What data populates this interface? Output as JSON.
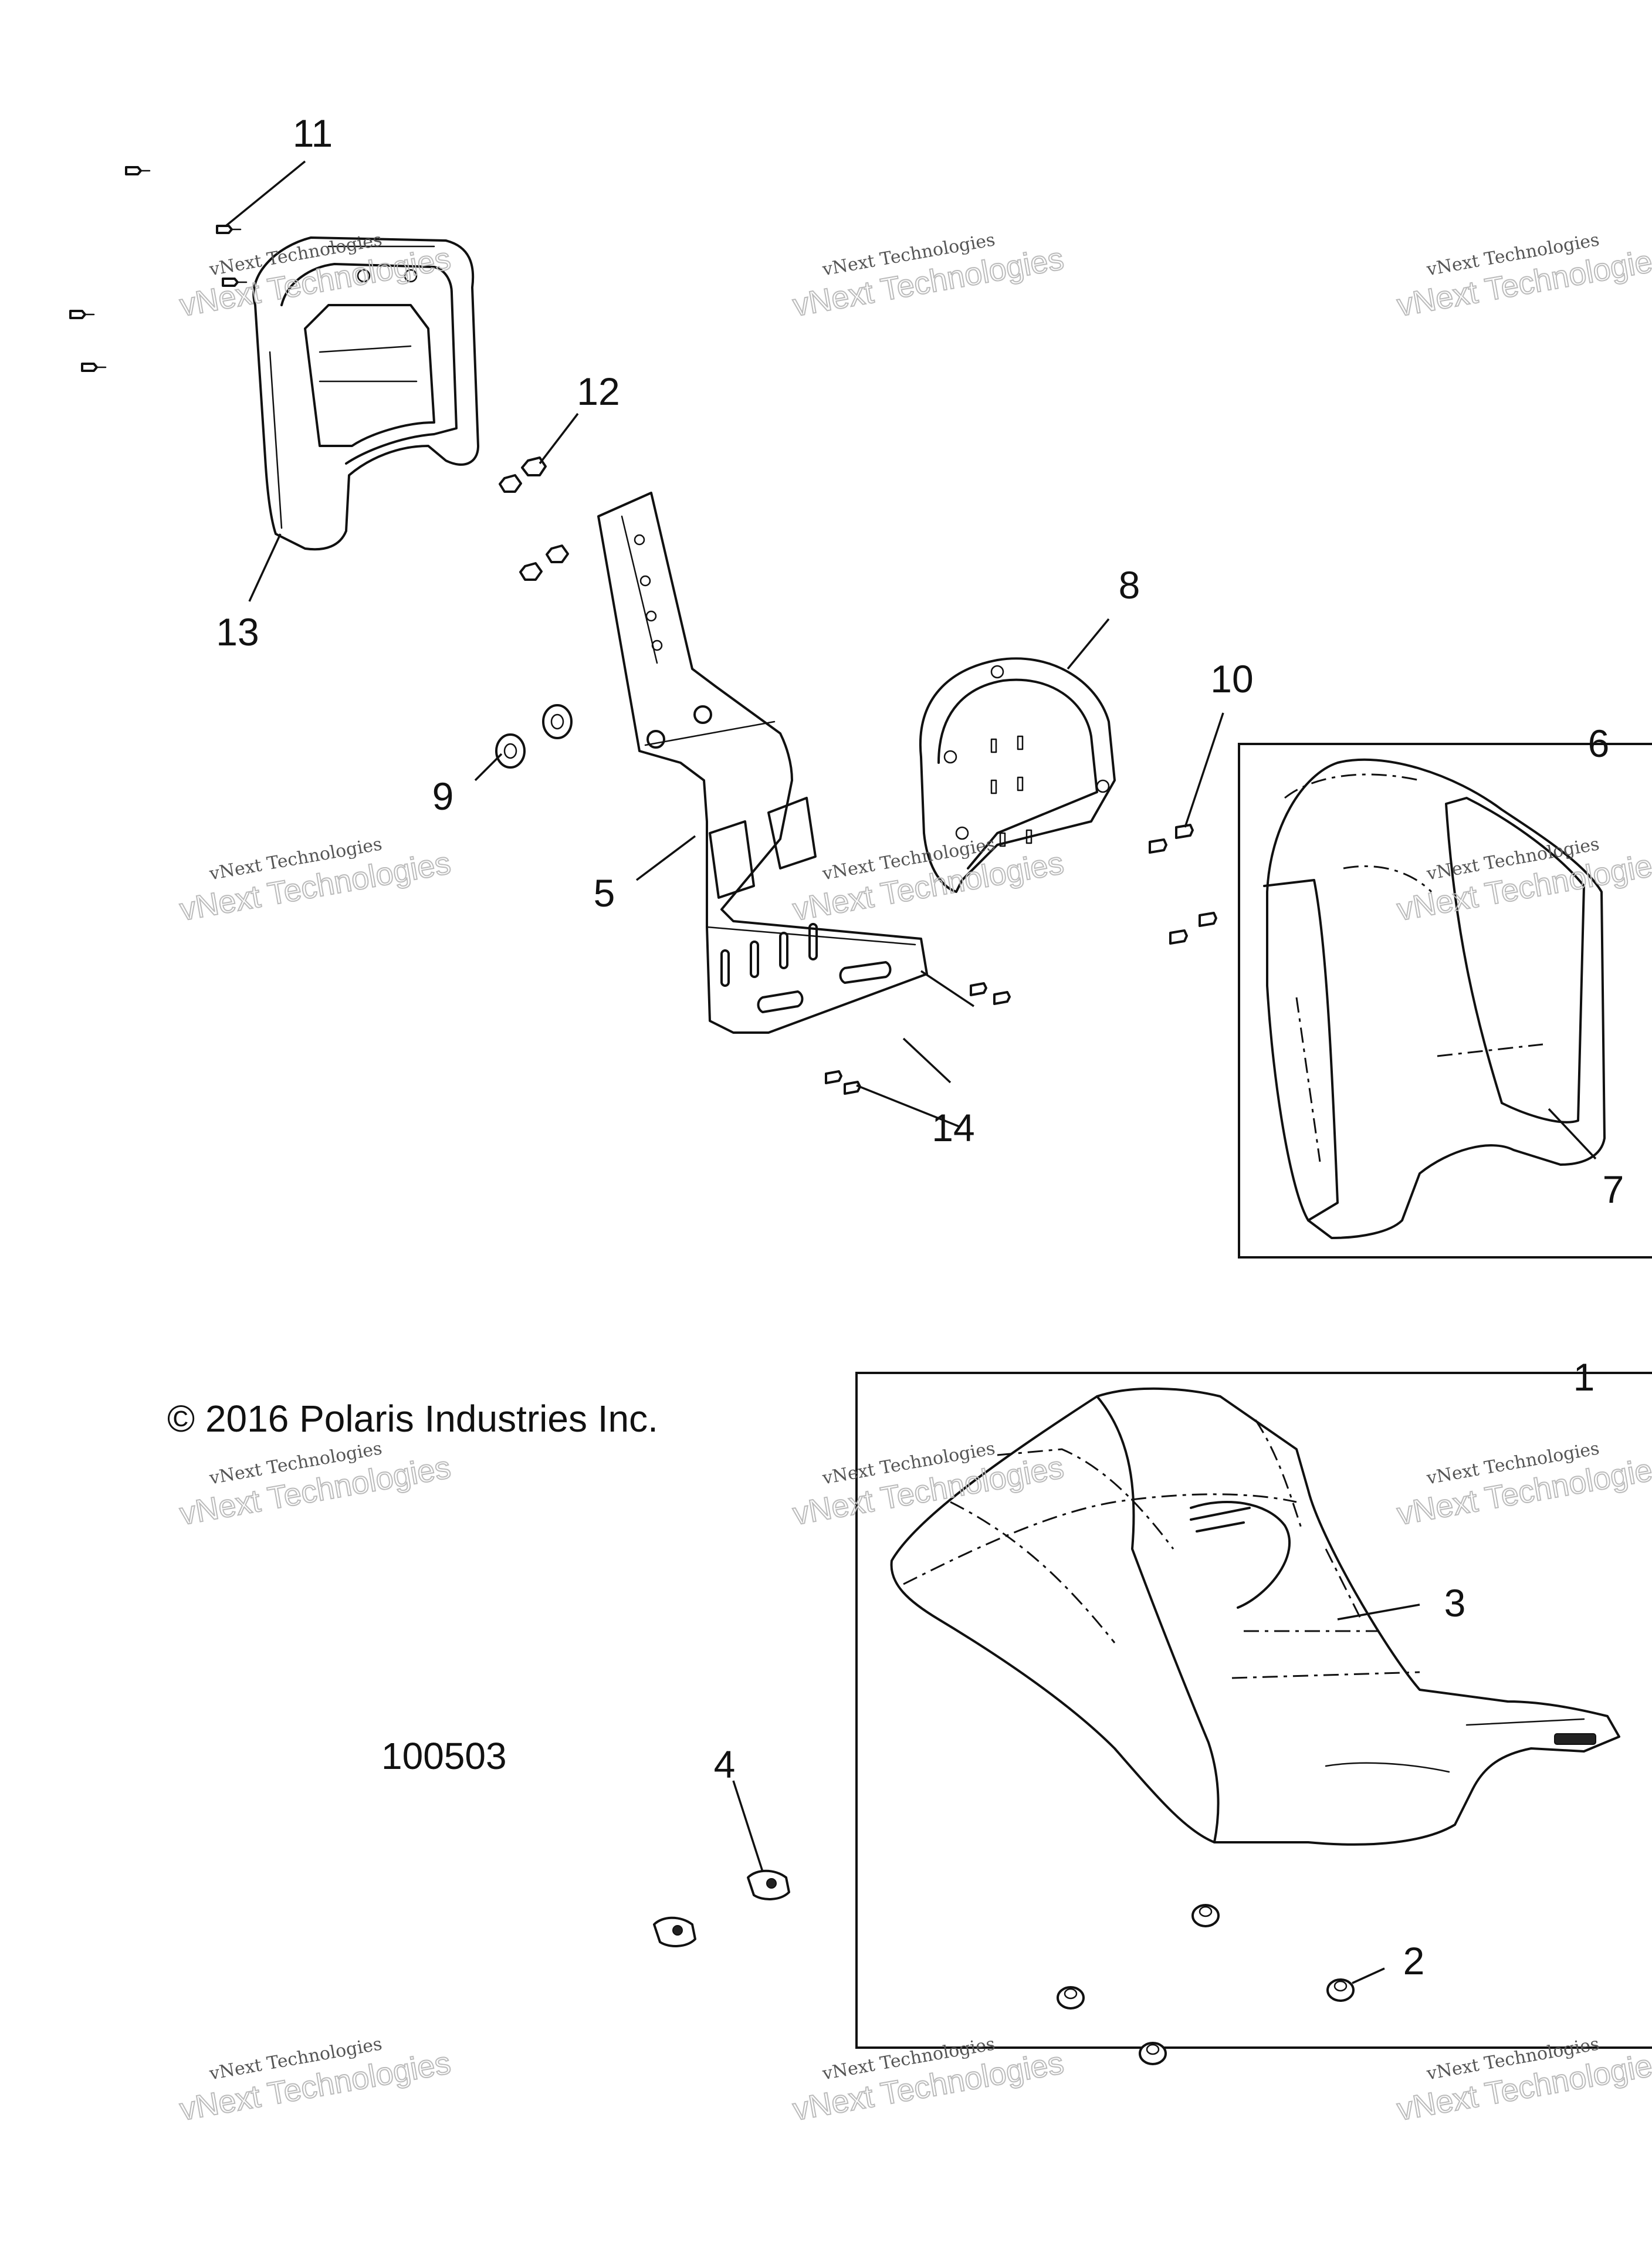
{
  "callouts": [
    "1",
    "2",
    "3",
    "4",
    "5",
    "6",
    "7",
    "8",
    "9",
    "10",
    "11",
    "12",
    "13",
    "14"
  ],
  "copyright": "© 2016 Polaris Industries Inc.",
  "diagram_number": "100503",
  "watermark": {
    "line1": "vNext Technologies",
    "line2": "vNext Technologies"
  }
}
